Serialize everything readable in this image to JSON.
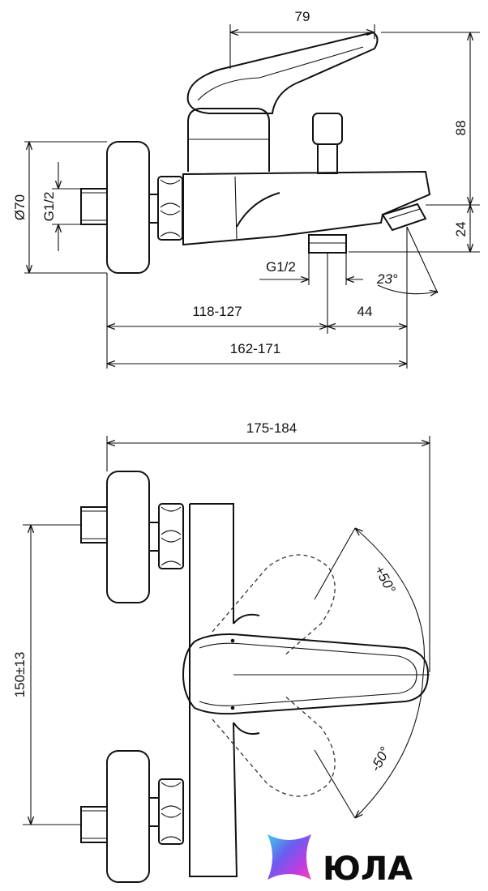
{
  "side_view": {
    "dims": {
      "handle_length": "79",
      "height_88": "88",
      "height_24": "24",
      "diameter": "Ø70",
      "thread_left": "G1/2",
      "thread_bottom": "G1/2",
      "angle": "23°",
      "width_118": "118-127",
      "width_44": "44",
      "width_162": "162-171"
    }
  },
  "top_view": {
    "dims": {
      "width_175": "175-184",
      "spacing": "150±13",
      "angle_plus": "+50°",
      "angle_minus": "-50°"
    }
  },
  "logo": {
    "text": "ЮЛА",
    "colors": [
      "#3ad1e6",
      "#6a5cf0",
      "#c23be0",
      "#f04ab2"
    ]
  }
}
